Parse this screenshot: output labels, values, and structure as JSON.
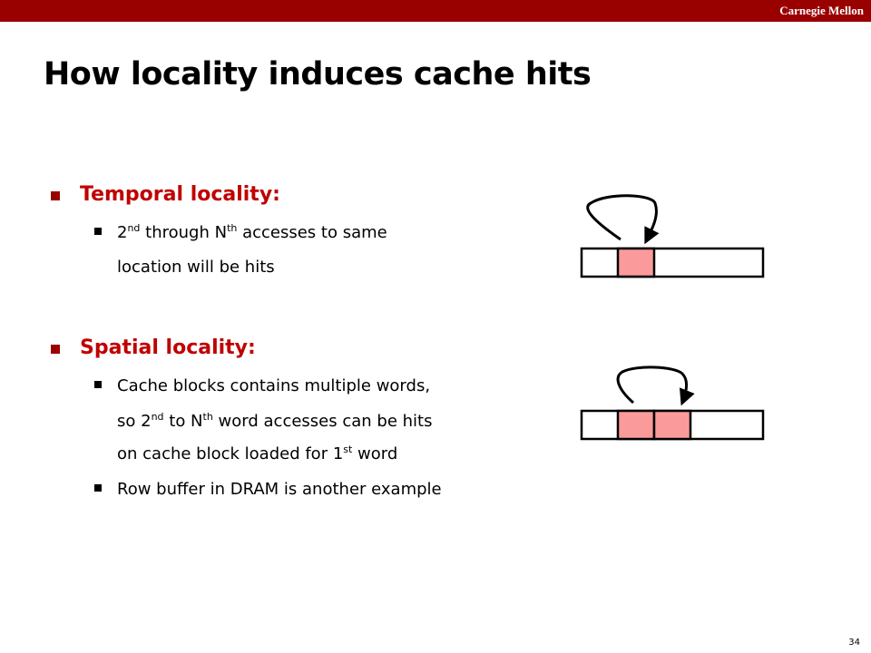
{
  "header": {
    "brand": "Carnegie Mellon"
  },
  "slide": {
    "title": "How locality induces cache hits",
    "temporal": {
      "heading": "Temporal locality:",
      "line1_a": "2",
      "line1_sup1": "nd",
      "line1_b": " through N",
      "line1_sup2": "th",
      "line1_c": " accesses to same",
      "line2": "location will be hits"
    },
    "spatial": {
      "heading": "Spatial locality:",
      "b1_line1": "Cache blocks contains multiple words,",
      "b1_line2_a": "so 2",
      "b1_line2_sup1": "nd",
      "b1_line2_b": " to N",
      "b1_line2_sup2": "th",
      "b1_line2_c": " word accesses can be hits",
      "b1_line3_a": "on cache block loaded for 1",
      "b1_line3_sup": "st",
      "b1_line3_b": " word",
      "b2": "Row buffer in DRAM is another example"
    },
    "colors": {
      "accent": "#990000",
      "heading": "#c00000",
      "highlight": "#fa9a9a"
    },
    "page_number": "34"
  }
}
